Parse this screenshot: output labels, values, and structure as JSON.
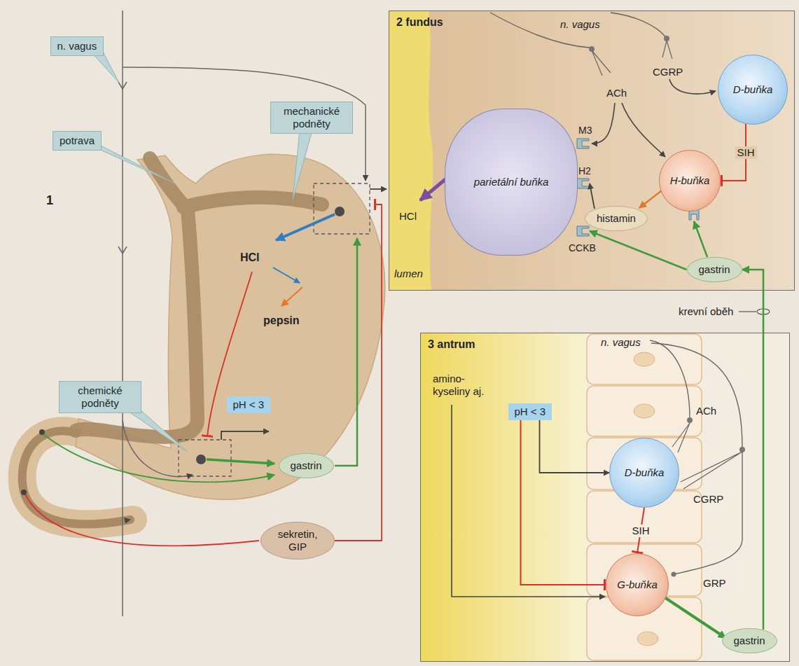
{
  "diagram": {
    "nodes": [
      {
        "text": [
          "n. vagus"
        ]
      },
      {
        "text": [
          "potrava"
        ]
      },
      {
        "text": [
          "mechanické podněty"
        ]
      },
      {
        "text": [
          "chemické podněty"
        ]
      },
      {
        "text": [
          "pH < 3"
        ]
      },
      {
        "text": [
          "gastrin"
        ]
      },
      {
        "text": [
          "sekretin, GIP"
        ]
      },
      {
        "text": [
          "2 fundus"
        ]
      },
      {
        "text": [
          "D-buňka"
        ],
        "in": 7
      },
      {
        "text": [
          "parietální buňka"
        ],
        "in": 7
      },
      {
        "text": [
          "H-buňka"
        ],
        "in": 7
      },
      {
        "text": [
          "histamin"
        ],
        "in": 7
      },
      {
        "text": [
          "gastrin"
        ],
        "in": 7
      },
      {
        "text": [
          "3 antrum"
        ]
      },
      {
        "text": [
          "pH < 3"
        ],
        "in": 13
      },
      {
        "text": [
          "D-buňka"
        ],
        "in": 13
      },
      {
        "text": [
          "G-buňka"
        ],
        "in": 13
      },
      {
        "text": [
          "gastrin"
        ],
        "in": 13
      }
    ],
    "edges": [
      {
        "from": 8,
        "to": 10,
        "label": "SIH",
        "arrow": "to"
      },
      {
        "from": 10,
        "to": 11,
        "arrow": "to"
      },
      {
        "from": 11,
        "to": 9,
        "arrow": "to"
      },
      {
        "from": 12,
        "to": 9,
        "arrow": "to"
      },
      {
        "from": 12,
        "to": 10,
        "arrow": "to"
      },
      {
        "from": 17,
        "to": 12,
        "label": "krevní oběh",
        "arrow": "to"
      },
      {
        "from": 14,
        "to": 15,
        "arrow": "to"
      },
      {
        "from": 14,
        "to": 16,
        "arrow": "to"
      },
      {
        "from": 15,
        "to": 16,
        "label": "SIH",
        "arrow": "to"
      },
      {
        "from": 16,
        "to": 17,
        "arrow": "to"
      }
    ],
    "labels": [
      "1",
      "HCl",
      "pepsin",
      "n. vagus",
      "CGRP",
      "ACh",
      "M3",
      "H2",
      "CCKB",
      "HCl",
      "lumen",
      "n. vagus",
      "amino-kyseliny aj.",
      "ACh",
      "CGRP",
      "GRP"
    ]
  }
}
